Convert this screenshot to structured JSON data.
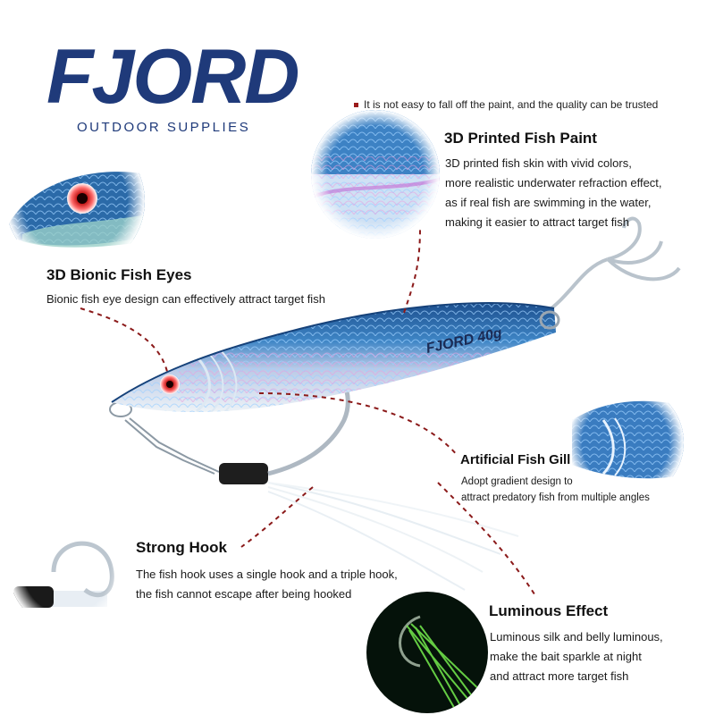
{
  "brand": {
    "name": "FJORD",
    "tagline": "OUTDOOR SUPPLIES",
    "color": "#1f3a7a"
  },
  "note": "It is not easy to fall off the paint, and the quality can be trusted",
  "lure_text": "FJORD 40g",
  "features": {
    "paint": {
      "title": "3D Printed Fish Paint",
      "lines": [
        "3D printed fish skin with vivid colors,",
        "more realistic underwater refraction effect,",
        "as if real fish are swimming in the water,",
        "making it easier to attract target fish"
      ]
    },
    "eyes": {
      "title": "3D Bionic Fish Eyes",
      "lines": [
        "Bionic fish eye design can effectively attract target fish"
      ]
    },
    "gill": {
      "title": "Artificial Fish Gill",
      "lines": [
        "Adopt gradient design to",
        "attract predatory fish from multiple angles"
      ]
    },
    "hook": {
      "title": "Strong Hook",
      "lines": [
        "The fish hook uses a single hook and a triple hook,",
        "the fish cannot escape after being hooked"
      ]
    },
    "luminous": {
      "title": "Luminous Effect",
      "lines": [
        "Luminous silk and belly luminous,",
        "make the bait sparkle at night",
        "and attract more target fish"
      ]
    }
  },
  "colors": {
    "leader_line": "#8b1a1a",
    "lure_blue": "#2f6fb0",
    "lure_silver": "#d9e3ec",
    "luminous_green": "#6fe24a"
  }
}
